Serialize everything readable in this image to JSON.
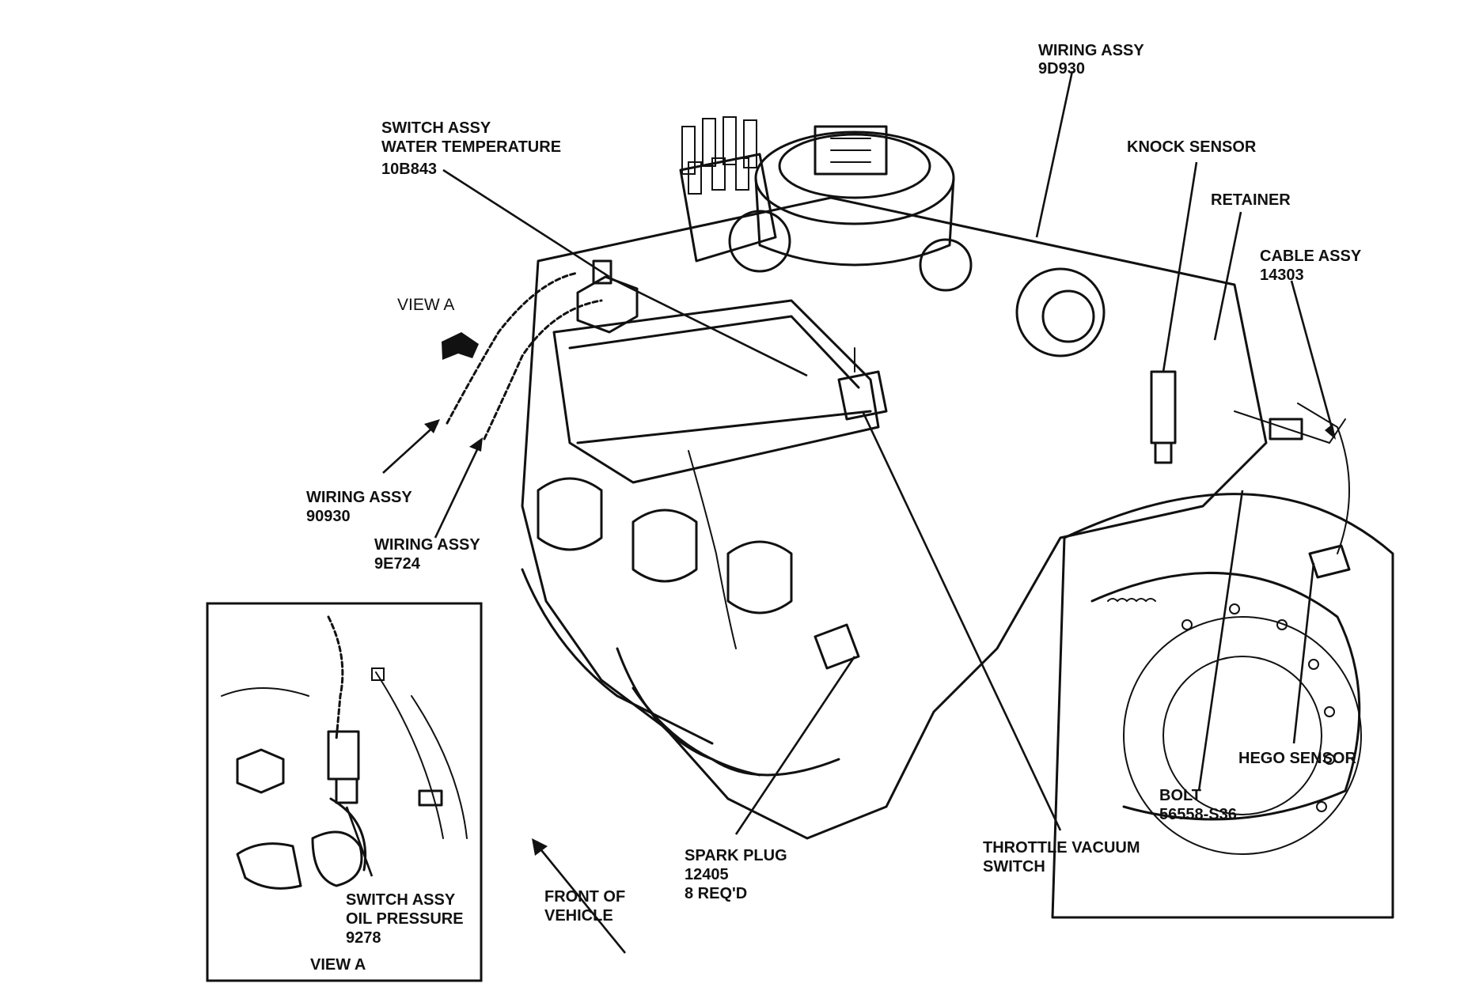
{
  "labels": {
    "wiring_assy_9d930": {
      "line1": "WIRING ASSY",
      "line2": "9D930"
    },
    "switch_water_temp": {
      "line1": "SWITCH ASSY",
      "line2": "WATER TEMPERATURE",
      "line3": "10B843"
    },
    "knock_sensor": {
      "line1": "KNOCK SENSOR"
    },
    "retainer": {
      "line1": "RETAINER"
    },
    "cable_assy": {
      "line1": "CABLE ASSY",
      "line2": "14303"
    },
    "view_a_callout": {
      "line1": "VIEW A"
    },
    "wiring_assy_90930": {
      "line1": "WIRING ASSY",
      "line2": "90930"
    },
    "wiring_assy_9e724": {
      "line1": "WIRING ASSY",
      "line2": "9E724"
    },
    "hego_sensor": {
      "line1": "HEGO SENSOR"
    },
    "bolt": {
      "line1": "BOLT",
      "line2": "56558-S36"
    },
    "throttle_vacuum": {
      "line1": "THROTTLE VACUUM",
      "line2": "SWITCH"
    },
    "spark_plug": {
      "line1": "SPARK PLUG",
      "line2": "12405",
      "line3": "8 REQ'D"
    },
    "front_of_vehicle": {
      "line1": "FRONT OF",
      "line2": "VEHICLE"
    },
    "switch_oil_pressure": {
      "line1": "SWITCH ASSY",
      "line2": "OIL PRESSURE",
      "line3": "9278"
    },
    "inset_view_a": {
      "line1": "VIEW A"
    }
  }
}
